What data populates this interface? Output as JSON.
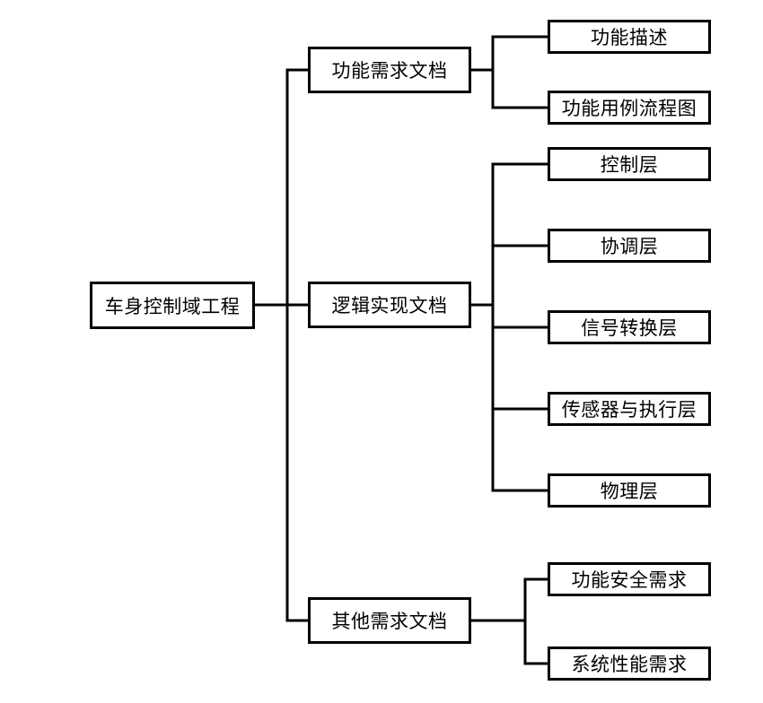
{
  "diagram": {
    "root": "车身控制域工程",
    "branches": [
      {
        "label": "功能需求文档",
        "children": [
          "功能描述",
          "功能用例流程图"
        ]
      },
      {
        "label": "逻辑实现文档",
        "children": [
          "控制层",
          "协调层",
          "信号转换层",
          "传感器与执行层",
          "物理层"
        ]
      },
      {
        "label": "其他需求文档",
        "children": [
          "功能安全需求",
          "系统性能需求"
        ]
      }
    ],
    "line_color": "#000000"
  }
}
